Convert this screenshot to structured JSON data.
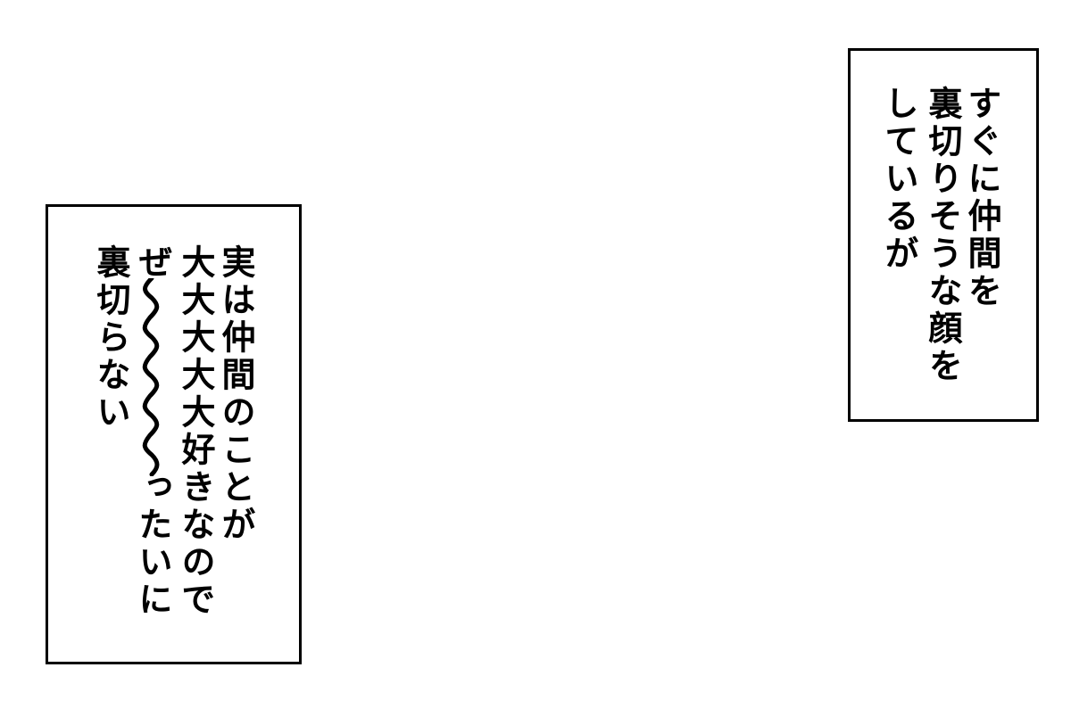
{
  "panel_right": {
    "lines": [
      "すぐに仲間を",
      "裏切りそうな顔を",
      "しているが"
    ]
  },
  "panel_left": {
    "lines": [
      "実は仲間のことが",
      "大大大大大好きなので",
      "ぜ〜〜〜〜〜ったいに",
      "裏切らない"
    ],
    "line3_parts": {
      "head": "ぜ",
      "wave": "〜〜〜〜〜",
      "tail": "ったいに"
    }
  },
  "colors": {
    "background": "#ffffff",
    "border": "#000000",
    "text": "#000000"
  }
}
